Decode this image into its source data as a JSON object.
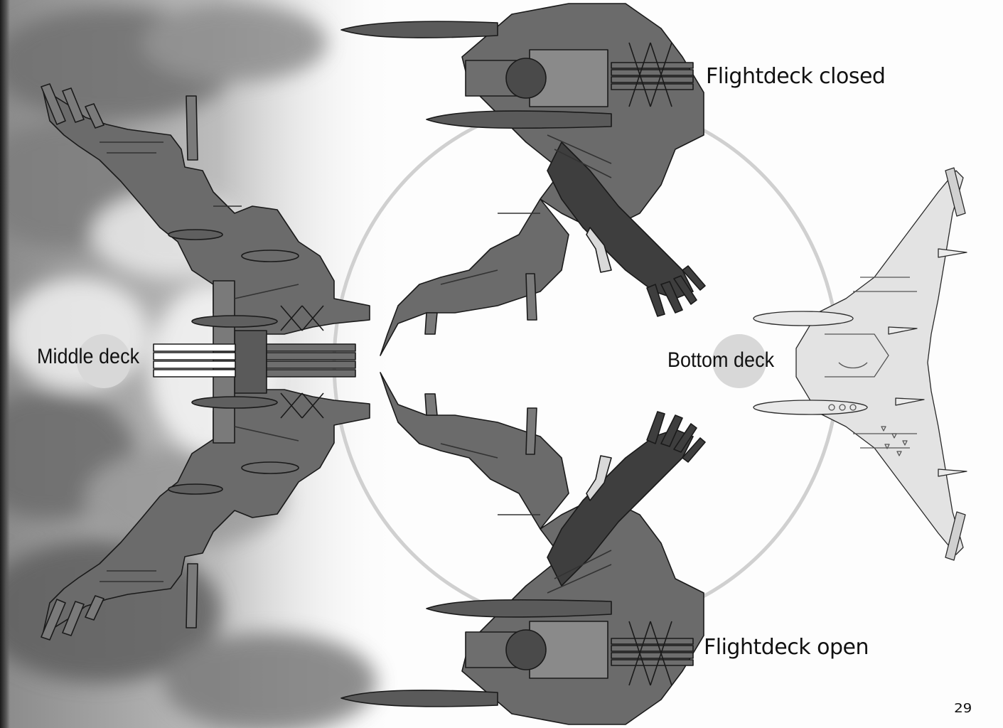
{
  "labels": {
    "middle_deck": "Middle deck",
    "bottom_deck": "Bottom deck",
    "flightdeck_closed": "Flightdeck closed",
    "flightdeck_open": "Flightdeck open"
  },
  "page_number": "29",
  "colors": {
    "hull_dark": "#5a5a5a",
    "hull_mid": "#7a7a7a",
    "hull_light": "#d9d9d9",
    "outline": "#1a1a1a",
    "circle_guide": "#d0d0d0",
    "label_disc": "#d8d8d8"
  }
}
